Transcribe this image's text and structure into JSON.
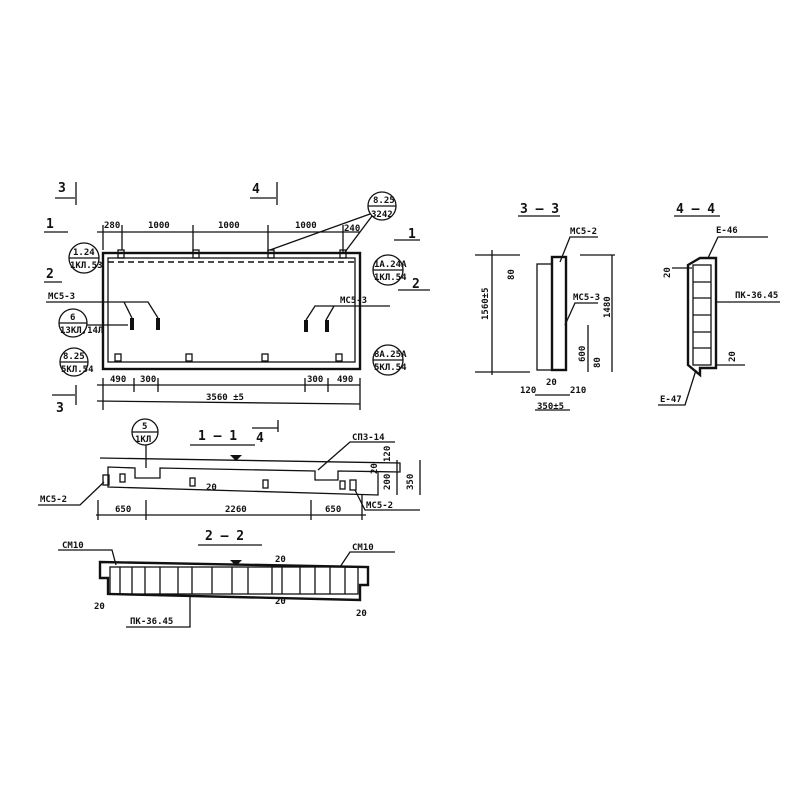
{
  "plan": {
    "section_marks": {
      "s3_top": "3",
      "s4_top": "4",
      "s1_left": "1",
      "s1_right": "1",
      "s2_left": "2",
      "s2_right": "2",
      "s3_bottom": "3"
    },
    "top_dims": [
      "280",
      "1000",
      "1000",
      "1000",
      "240"
    ],
    "bottom_dims": [
      "490",
      "300",
      "300",
      "490"
    ],
    "overall_dim": "3560 ±5",
    "callouts": [
      {
        "top": "1.24",
        "bottom": "1КЛ.53"
      },
      {
        "top": "8.25",
        "bottom": "3242"
      },
      {
        "top": "1А.24А",
        "bottom": "1КЛ.54"
      },
      {
        "top": "6",
        "bottom": "13КЛ,14Л"
      },
      {
        "top": "8.25",
        "bottom": "5КЛ.54"
      },
      {
        "top": "8А.25А",
        "bottom": "5КЛ.54"
      }
    ],
    "labels": {
      "left_insert": "МС5-3",
      "right_insert": "МС5-3"
    }
  },
  "section_1_1": {
    "title": "1 — 1",
    "mark": "4",
    "callout": {
      "top": "5",
      "bottom": "1КЛ"
    },
    "label_top_right": "СП3-14",
    "label_left": "МС5-2",
    "label_right": "МС5-2",
    "dims": [
      "650",
      "2260",
      "650"
    ],
    "right_dims": [
      "120",
      "20",
      "200",
      "350"
    ],
    "small_dims": [
      "20"
    ]
  },
  "section_2_2": {
    "title": "2 — 2",
    "label_left": "СМ10",
    "label_right": "СМ10",
    "label_bottom": "ПК-36.45",
    "dims": [
      "20",
      "20",
      "20",
      "20"
    ]
  },
  "section_3_3": {
    "title": "3 — 3",
    "labels": [
      "МС5-2",
      "МС5-3"
    ],
    "height": "1560±5",
    "inner_height": "1480",
    "dims": [
      "80",
      "600",
      "80"
    ],
    "bottom_dims": [
      "120",
      "20",
      "210",
      "350±5"
    ]
  },
  "section_4_4": {
    "title": "4 — 4",
    "labels": {
      "top": "Е-46",
      "side": "ПК-36.45",
      "bottom": "Е-47"
    },
    "dims": [
      "20",
      "20"
    ]
  }
}
